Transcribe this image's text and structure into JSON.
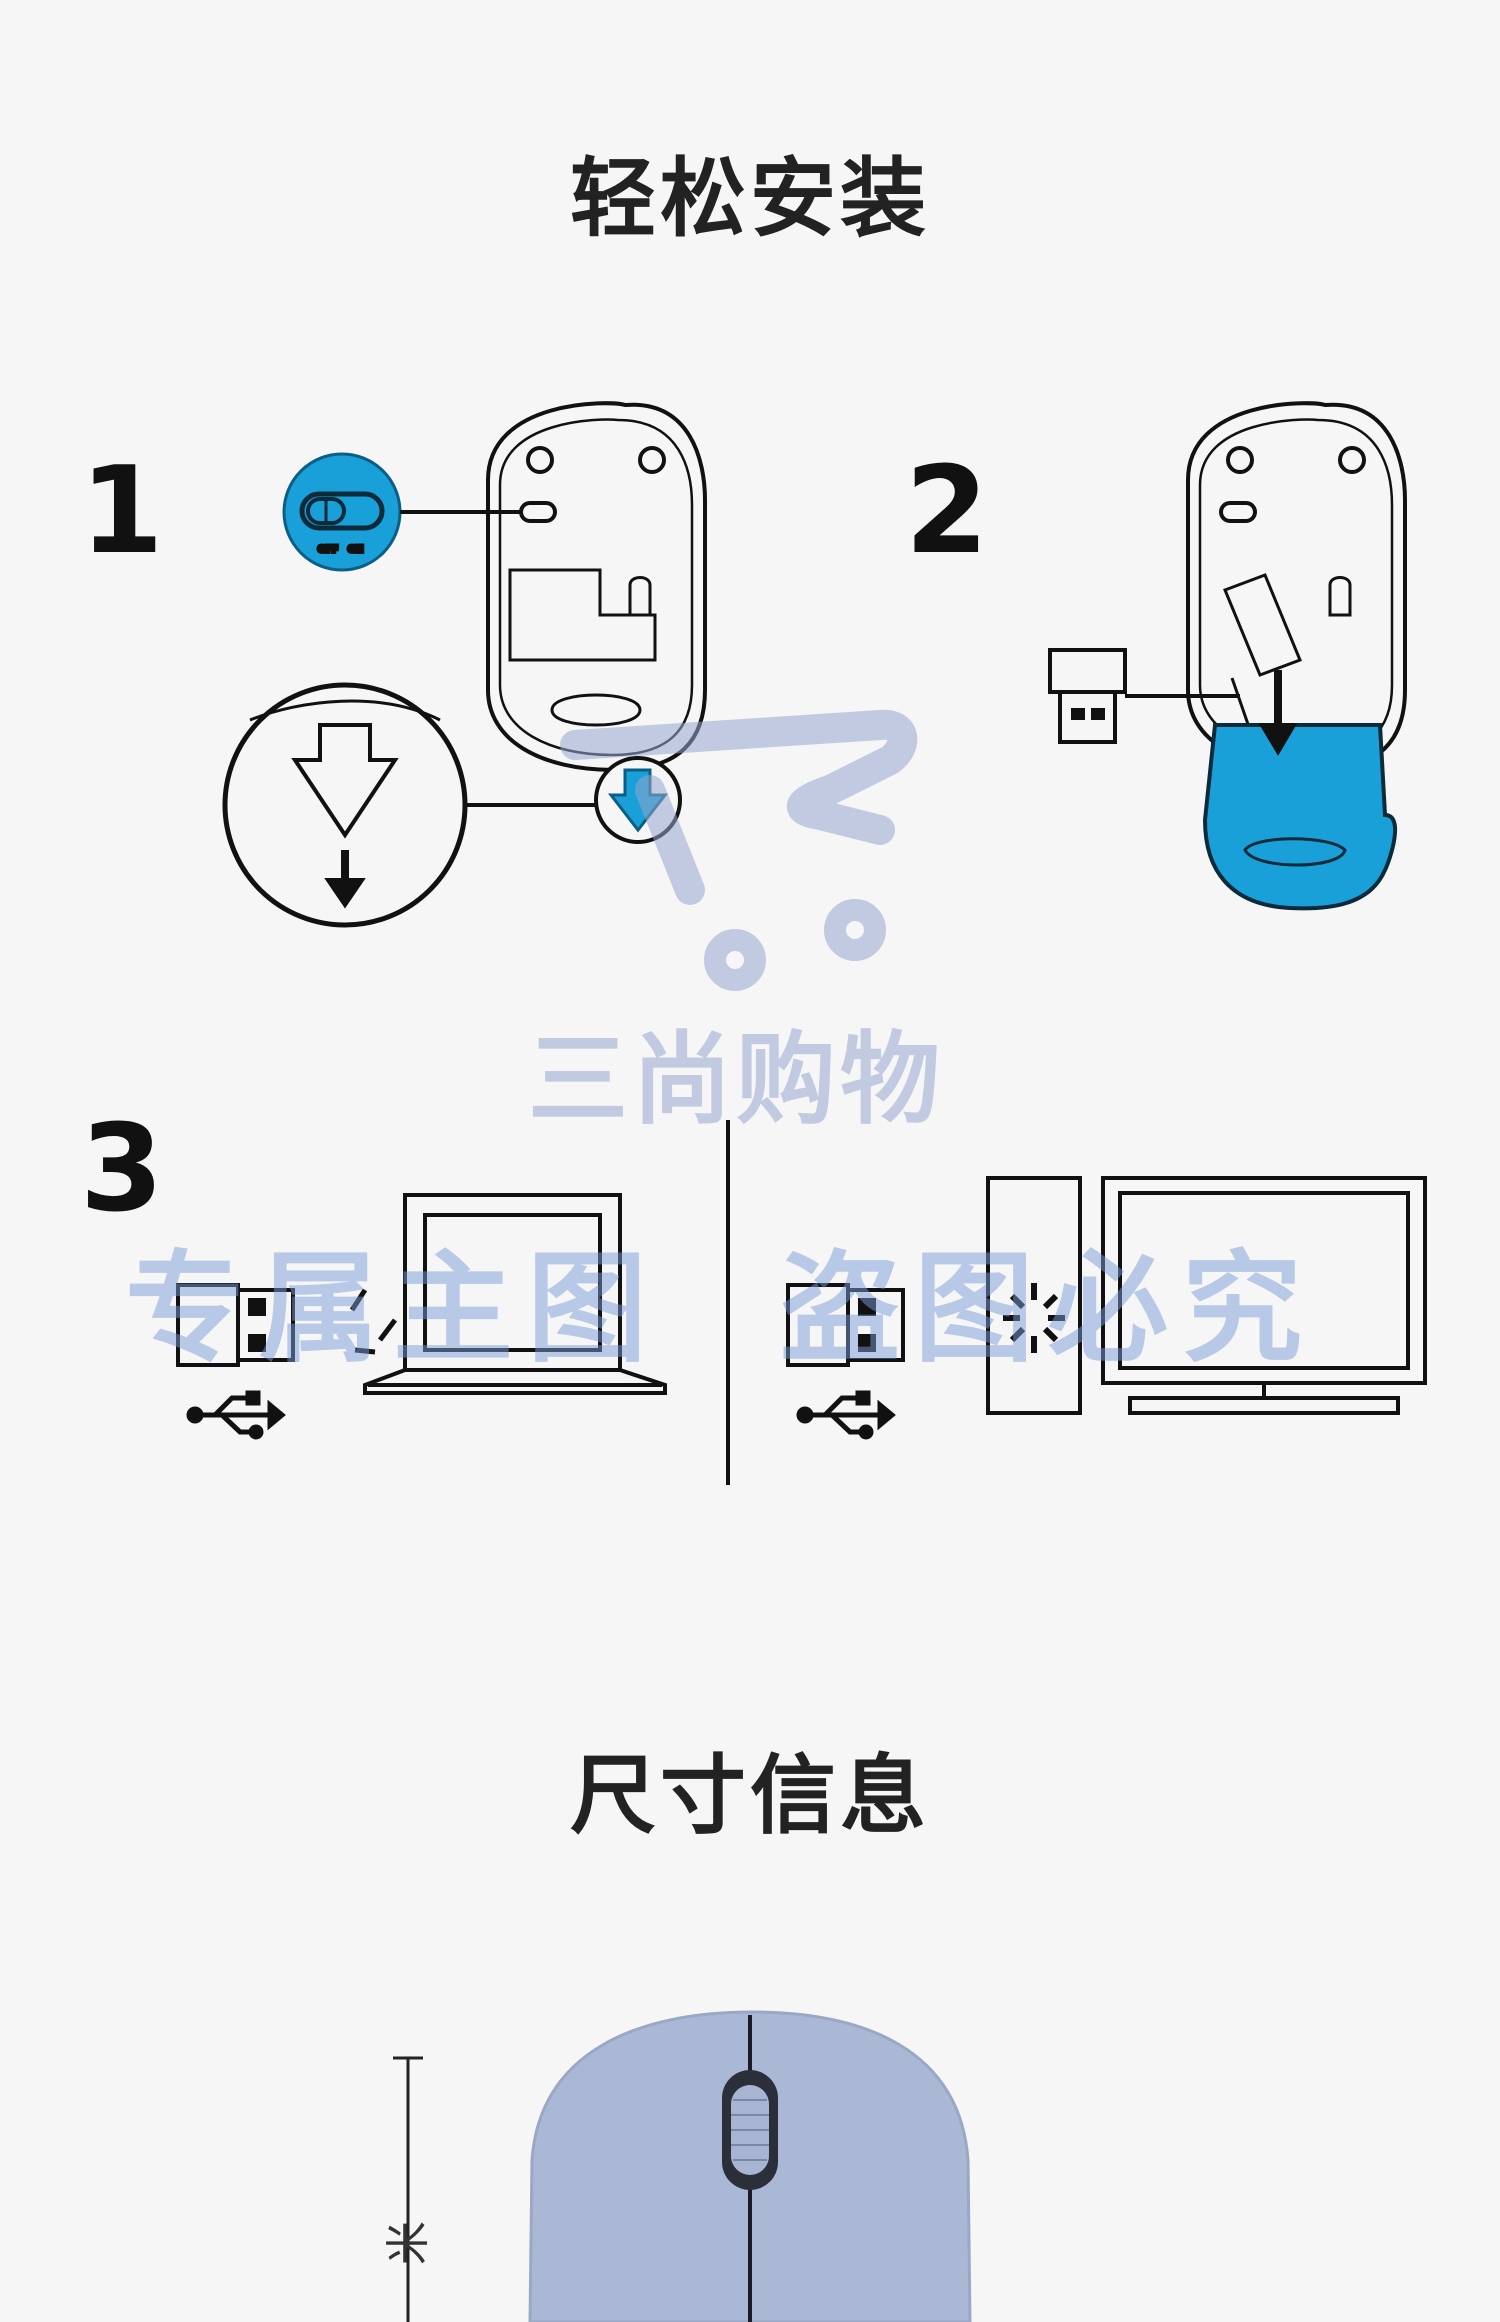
{
  "sections": {
    "install": {
      "title": "轻松安装"
    },
    "size": {
      "title": "尺寸信息"
    }
  },
  "steps": [
    {
      "number": "1"
    },
    {
      "number": "2"
    },
    {
      "number": "3"
    }
  ],
  "switch": {
    "off_label": "OFF",
    "on_label": "ON"
  },
  "watermark": {
    "brand": "三尚购物",
    "left": "专属主图",
    "right": "盗图必究"
  },
  "dimension": {
    "unit_fragment": "米"
  },
  "colors": {
    "accent": "#1aa0d8",
    "line": "#111111",
    "mouse_body": "#aab8d6",
    "watermark": "#96a5cd"
  },
  "icons": [
    "power-switch-icon",
    "usb-receiver-icon",
    "usb-symbol-icon",
    "laptop-icon",
    "desktop-computer-icon",
    "arrow-down-icon",
    "cart-logo-icon"
  ]
}
